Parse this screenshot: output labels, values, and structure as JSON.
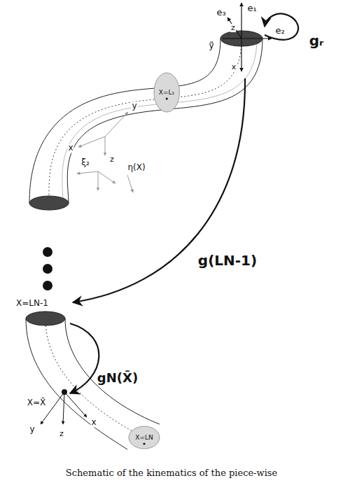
{
  "diagram": {
    "caption": "Schematic of the kinematics of the piece-wise",
    "nodes": [
      {
        "text": [
          "X=L₁"
        ]
      },
      {
        "text": [
          "X=LN"
        ]
      }
    ],
    "labels": [
      "e₁",
      "e₃",
      "z",
      "e₂",
      "gᵣ",
      "ỹ",
      "x",
      "y",
      "x",
      "η(X)",
      "ξ₂",
      "z",
      "g(LN-1)",
      "X=LN-1",
      "gN(X̄)",
      "X=X̄",
      "y",
      "z",
      "x"
    ]
  }
}
